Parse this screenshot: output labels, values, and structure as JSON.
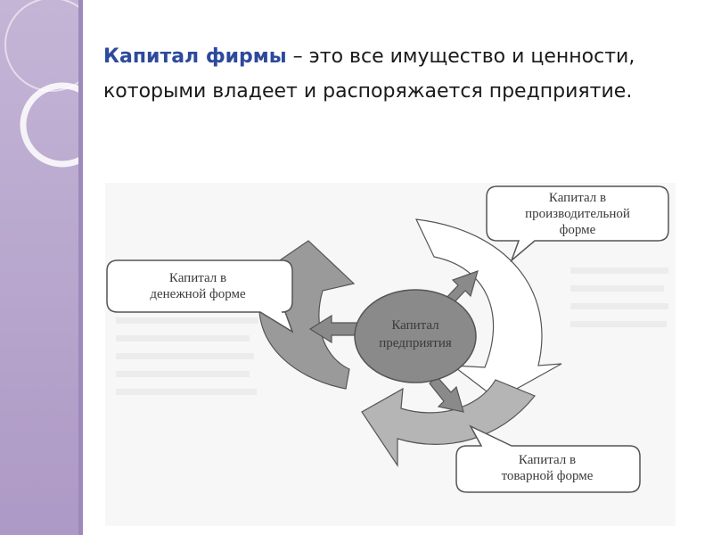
{
  "heading": {
    "term": "Капитал фирмы",
    "definition": " – это все имущество и ценности, которыми владеет и распоряжается предприятие."
  },
  "diagram": {
    "center": {
      "line1": "Капитал",
      "line2": "предприятия"
    },
    "nodes": {
      "money": {
        "line1": "Капитал в",
        "line2": "денежной форме"
      },
      "production": {
        "line1": "Капитал в",
        "line2": "производительной",
        "line3": "форме"
      },
      "goods": {
        "line1": "Капитал в",
        "line2": "товарной форме"
      }
    }
  },
  "colors": {
    "side_band": "#b6a4cc",
    "term": "#2d4a9b",
    "center_fill": "#8a8a8a",
    "arrow_dark": "#9a9a9a",
    "arrow_mid": "#b5b5b5",
    "arrow_light": "#ffffff"
  }
}
